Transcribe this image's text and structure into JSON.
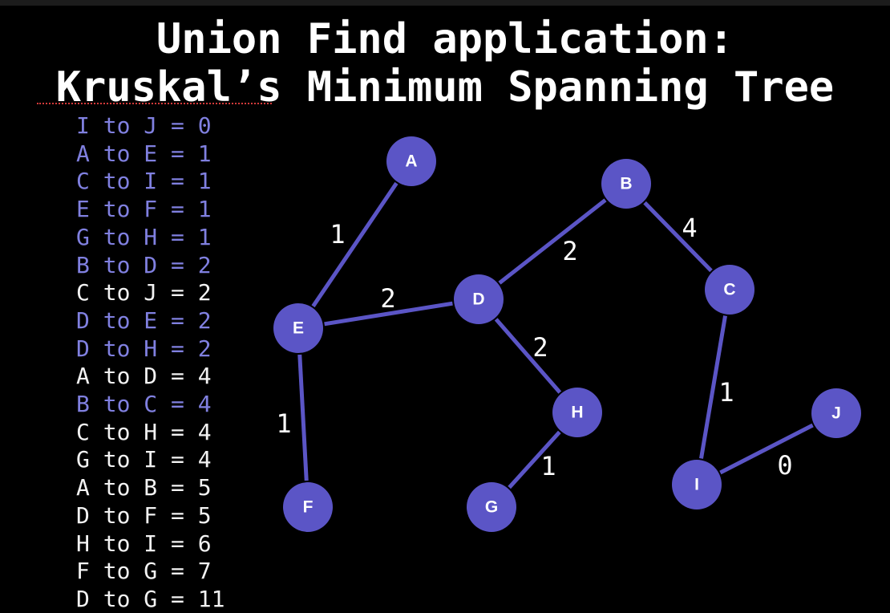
{
  "title": {
    "line1": "Union Find application:",
    "line2": "Kruskal’s Minimum Spanning Tree"
  },
  "edge_list": [
    {
      "text": "I to J = 0",
      "selected": true
    },
    {
      "text": "A to E = 1",
      "selected": true
    },
    {
      "text": "C to I = 1",
      "selected": true
    },
    {
      "text": "E to F = 1",
      "selected": true
    },
    {
      "text": "G to H = 1",
      "selected": true
    },
    {
      "text": "B to D = 2",
      "selected": true
    },
    {
      "text": "C to J = 2",
      "selected": false
    },
    {
      "text": "D to E = 2",
      "selected": true
    },
    {
      "text": "D to H = 2",
      "selected": true
    },
    {
      "text": "A to D = 4",
      "selected": false
    },
    {
      "text": "B to C = 4",
      "selected": true
    },
    {
      "text": "C to H = 4",
      "selected": false
    },
    {
      "text": "G to I = 4",
      "selected": false
    },
    {
      "text": "A to B = 5",
      "selected": false
    },
    {
      "text": "D to F = 5",
      "selected": false
    },
    {
      "text": "H to I = 6",
      "selected": false
    },
    {
      "text": "F to G = 7",
      "selected": false
    },
    {
      "text": "D to G = 11",
      "selected": false
    }
  ],
  "graph": {
    "nodes": [
      "A",
      "B",
      "C",
      "D",
      "E",
      "F",
      "G",
      "H",
      "I",
      "J"
    ],
    "edges": [
      {
        "from": "A",
        "to": "E",
        "weight": "1"
      },
      {
        "from": "E",
        "to": "D",
        "weight": "2"
      },
      {
        "from": "E",
        "to": "F",
        "weight": "1"
      },
      {
        "from": "D",
        "to": "B",
        "weight": "2"
      },
      {
        "from": "B",
        "to": "C",
        "weight": "4"
      },
      {
        "from": "D",
        "to": "H",
        "weight": "2"
      },
      {
        "from": "H",
        "to": "G",
        "weight": "1"
      },
      {
        "from": "C",
        "to": "I",
        "weight": "1"
      },
      {
        "from": "I",
        "to": "J",
        "weight": "0"
      }
    ]
  },
  "colors": {
    "node_fill": "#5b55c6",
    "edge": "#5b55c6",
    "selected_text": "#8080e0",
    "rejected_text": "#f2f2f2",
    "background": "#000000"
  }
}
